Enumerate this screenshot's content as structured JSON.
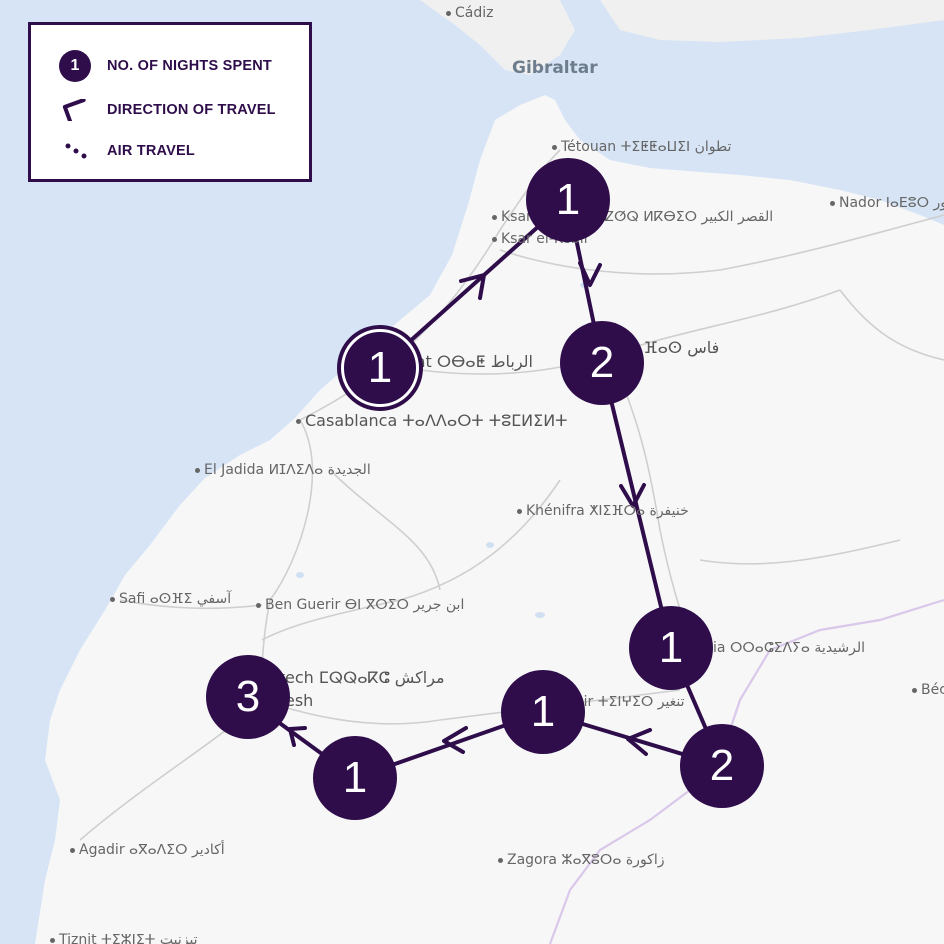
{
  "legend": {
    "nights_sample": "1",
    "nights_label": "NO. OF NIGHTS SPENT",
    "direction_label": "DIRECTION OF TRAVEL",
    "air_label": "AIR TRAVEL"
  },
  "places": {
    "cadiz": "Cádiz",
    "gibraltar": "Gibraltar",
    "tetouan": "Tétouan ⵜⵉⵟⵟⴰⵡⵉⵏ تطوان",
    "nador": "Nador ⵏⴰⴹⵓⵔ الناظور",
    "ksar_el_kebir": "Ksar el-Kebir ⵍⵇⵚⵕ ⵍⴽⴱⵉⵔ القصر الكبير",
    "ksar_short": "Ksar el-Kebir",
    "rabat": "Rabat ⵔⴱⴰⵟ الرباط",
    "fes": "Fès ⴼⴰⵙ فاس",
    "casablanca": "Casablanca ⵜⴰⴷⴷⴰⵔⵜ ⵜⵓⵎⵍⵉⵍⵜ",
    "el_jadida": "El Jadida ⵍⵊⴷⵉⴷⴰ الجديدة",
    "khenifra": "Khénifra ⵅⵏⵉⴼⵔⴰ خنيفرة",
    "safi": "Safi ⴰⵙⴼⵉ آسفي",
    "ben_guerir": "Ben Guerir ⴱⵏ ⴳⵔⵉⵔ ابن جرير",
    "marrakech": "Marrakech ⵎⵕⵕⴰⴽⵛ مراكش",
    "marrakesh": "Marrakesh",
    "errachidia": "Errachidia ⵔⵔⴰⵛⵉⴷⵢⴰ الرشيدية",
    "tinghir": "Tinghir ⵜⵉⵏⵖⵉⵔ تنغير",
    "bechar": "Béchar",
    "zagora": "Zagora ⵣⴰⴳⵓⵔⴰ زاكورة",
    "agadir": "Agadir ⴰⴳⴰⴷⵉⵔ أكادير",
    "tiznit": "Tiznit ⵜⵉⵣⵏⵉⵜ تيزنيت"
  },
  "stops": [
    {
      "id": "rabat",
      "nights": "1",
      "start": true
    },
    {
      "id": "north",
      "nights": "1",
      "start": false
    },
    {
      "id": "fes",
      "nights": "2",
      "start": false
    },
    {
      "id": "errachidia",
      "nights": "1",
      "start": false
    },
    {
      "id": "merzouga",
      "nights": "2",
      "start": false
    },
    {
      "id": "tinghir",
      "nights": "1",
      "start": false
    },
    {
      "id": "ouarzazate",
      "nights": "1",
      "start": false
    },
    {
      "id": "marrakech",
      "nights": "3",
      "start": false
    }
  ],
  "colors": {
    "route": "#2e0d4a",
    "sea": "#d6e4f5",
    "land": "#f7f7f7",
    "roads": "#c9c9c9",
    "border": "#d9c8ea"
  }
}
